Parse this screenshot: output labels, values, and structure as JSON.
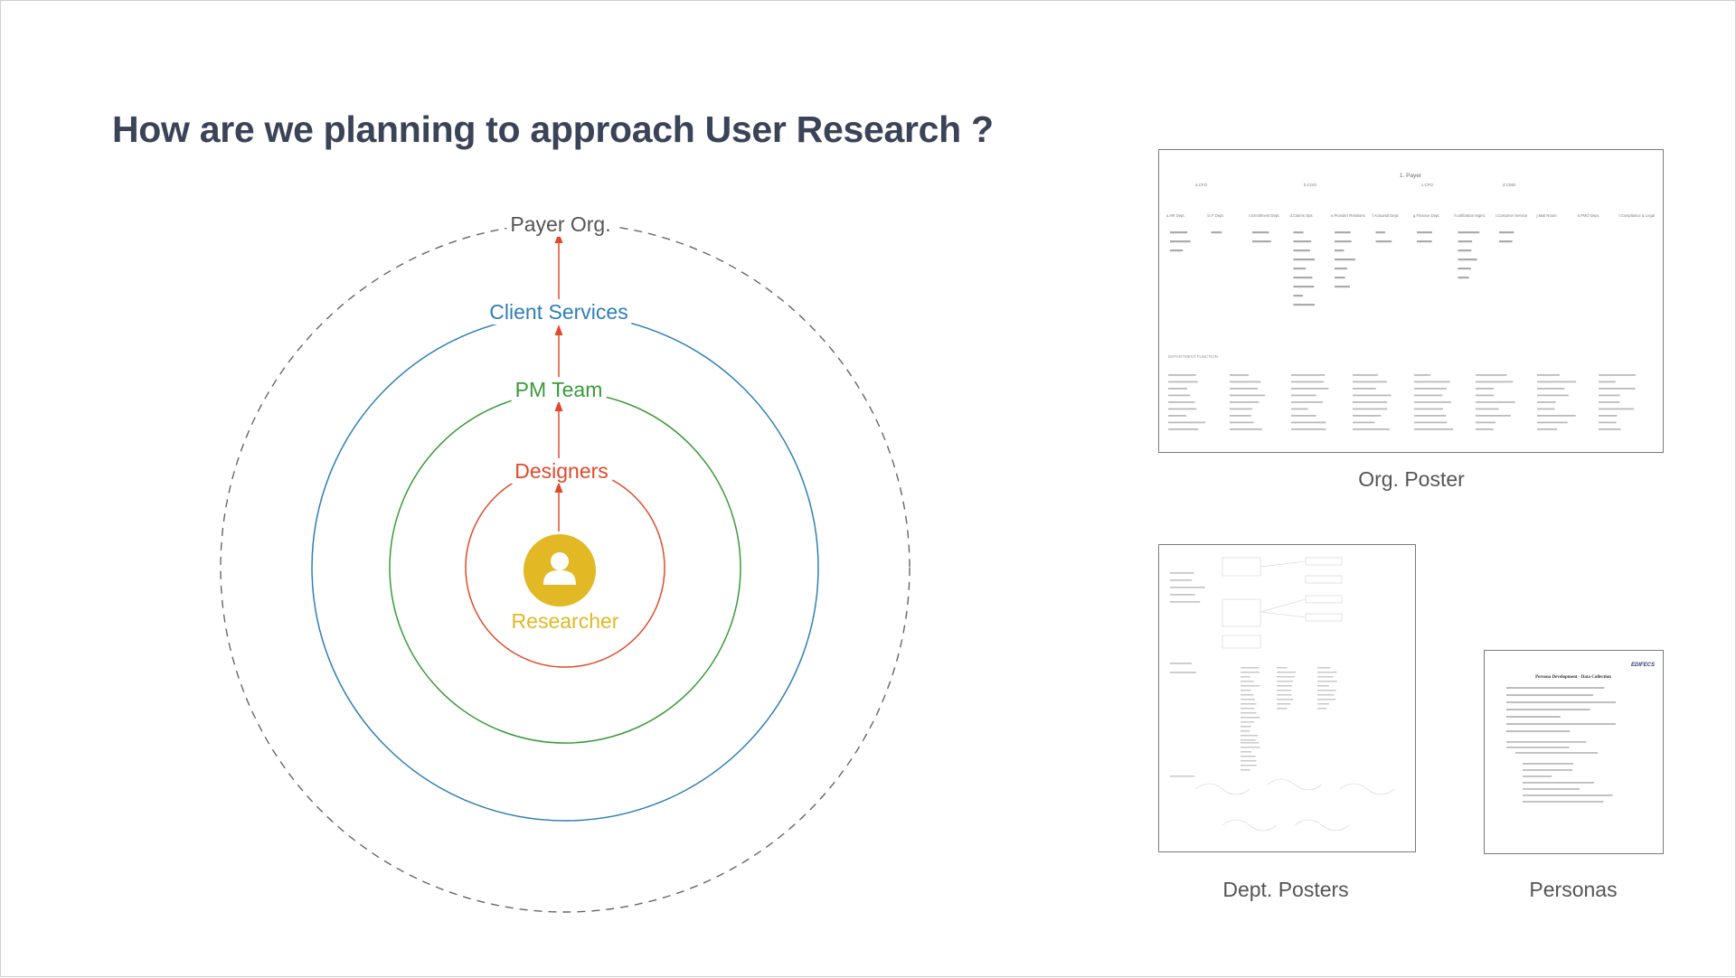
{
  "page": {
    "title": "How are we planning to approach User Research ?"
  },
  "diagram": {
    "rings": [
      {
        "label": "Payer Org.",
        "color": "#666666",
        "style": "dashed"
      },
      {
        "label": "Client Services",
        "color": "#2f7fb5",
        "style": "solid"
      },
      {
        "label": "PM Team",
        "color": "#3a9a3a",
        "style": "solid"
      },
      {
        "label": "Designers",
        "color": "#e04a2a",
        "style": "solid"
      }
    ],
    "center": {
      "label": "Researcher",
      "color": "#e2b824",
      "icon": "user-icon"
    },
    "arrow_color": "#e04a2a"
  },
  "posters": {
    "org": {
      "caption": "Org. Poster",
      "root": "1. Payer",
      "level2": [
        "a.CFO",
        "b.COO",
        "c.CFO",
        "d.CMO"
      ],
      "departments": [
        "a.HR Dept.",
        "b.IT Dept.",
        "c.Enrollment Dept.",
        "d.Claims Ops",
        "e.Provider Relations",
        "f.Actuarial Dept.",
        "g.Finance Dept.",
        "h.Utilization Mgmt.",
        "i.Customer Service",
        "j.Mail Room",
        "k.PMO Dept.",
        "l.Compliance & Legal"
      ],
      "section_label": "DEPARTMENT FUNCTION"
    },
    "dept": {
      "caption": "Dept. Posters"
    },
    "personas": {
      "caption": "Personas",
      "logo": "EDIFECS",
      "doc_title": "Persona Development - Data Collection"
    }
  }
}
